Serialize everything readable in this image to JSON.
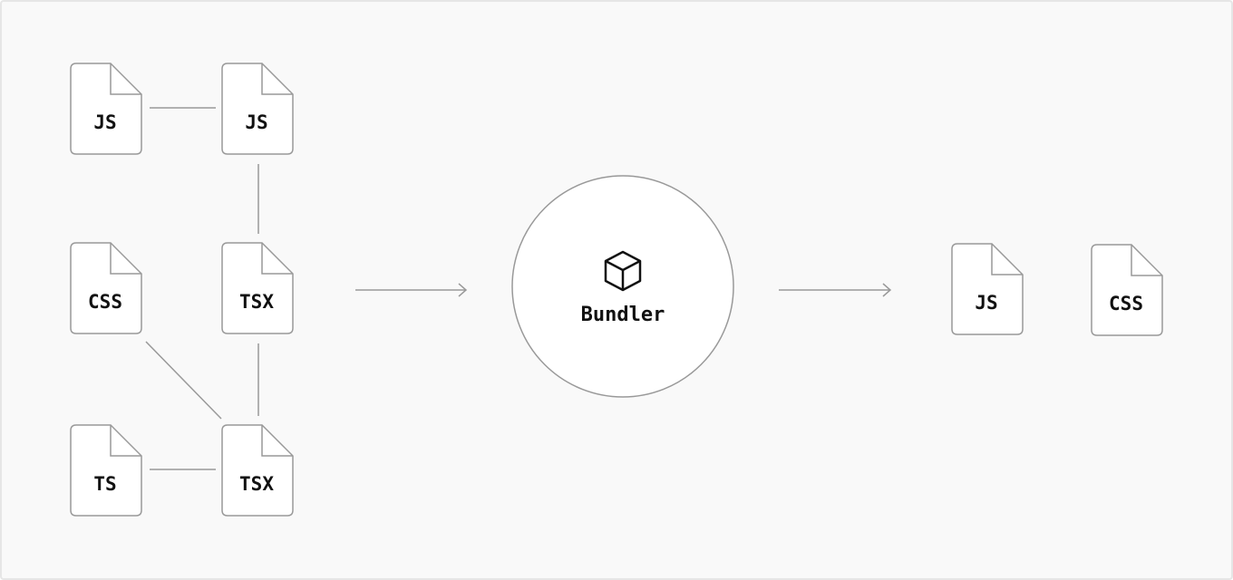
{
  "diagram": {
    "source_files": [
      {
        "id": "src-js-1",
        "label": "JS"
      },
      {
        "id": "src-js-2",
        "label": "JS"
      },
      {
        "id": "src-css",
        "label": "CSS"
      },
      {
        "id": "src-tsx-1",
        "label": "TSX"
      },
      {
        "id": "src-ts",
        "label": "TS"
      },
      {
        "id": "src-tsx-2",
        "label": "TSX"
      }
    ],
    "dependency_links": [
      {
        "from": "src-js-1",
        "to": "src-js-2"
      },
      {
        "from": "src-js-2",
        "to": "src-tsx-1"
      },
      {
        "from": "src-tsx-1",
        "to": "src-tsx-2"
      },
      {
        "from": "src-css",
        "to": "src-tsx-2"
      },
      {
        "from": "src-ts",
        "to": "src-tsx-2"
      }
    ],
    "bundler": {
      "label": "Bundler",
      "icon": "cube-icon"
    },
    "output_files": [
      {
        "id": "out-js",
        "label": "JS"
      },
      {
        "id": "out-css",
        "label": "CSS"
      }
    ],
    "colors": {
      "background": "#f9f9f9",
      "border": "#e6e6e6",
      "stroke": "#999999",
      "text": "#111111"
    }
  }
}
